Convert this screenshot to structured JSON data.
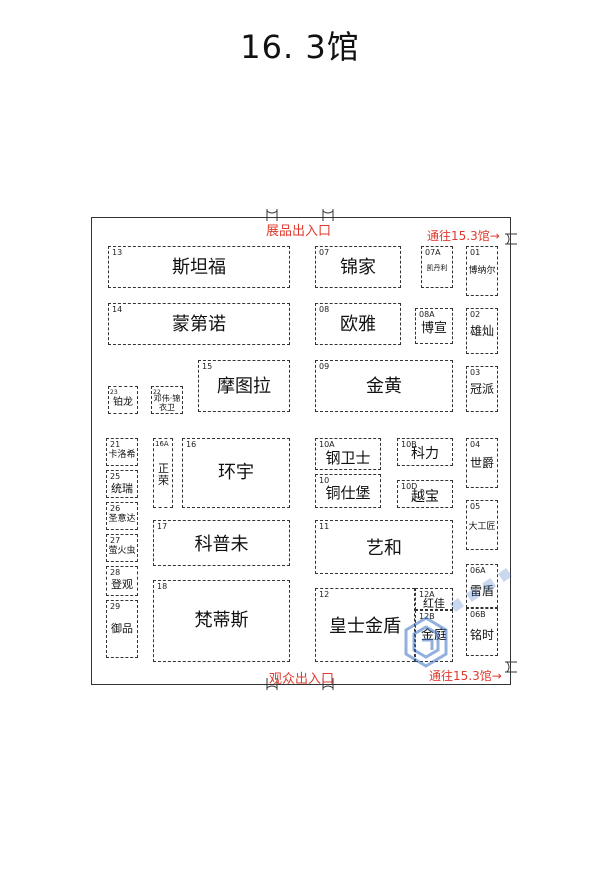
{
  "title": "16. 3馆",
  "labels": {
    "top_entrance": "展品出入口",
    "bottom_entrance": "观众出入口",
    "to_hall_top": "通往15.3馆→",
    "to_hall_bottom": "通往15.3馆→"
  },
  "booths": [
    {
      "id": "13",
      "name": "斯坦福"
    },
    {
      "id": "14",
      "name": "蒙第诺"
    },
    {
      "id": "15",
      "name": "摩图拉"
    },
    {
      "id": "23",
      "name": "铂龙"
    },
    {
      "id": "22",
      "name": "邓伟·锦衣卫"
    },
    {
      "id": "16A",
      "name": "正荣"
    },
    {
      "id": "16",
      "name": "环宇"
    },
    {
      "id": "17",
      "name": "科普未"
    },
    {
      "id": "18",
      "name": "梵蒂斯"
    },
    {
      "id": "21",
      "name": "卡洛希"
    },
    {
      "id": "25",
      "name": "统瑞"
    },
    {
      "id": "26",
      "name": "圣意达"
    },
    {
      "id": "27",
      "name": "萤火虫"
    },
    {
      "id": "28",
      "name": "登观"
    },
    {
      "id": "29",
      "name": "御品"
    },
    {
      "id": "07",
      "name": "锦家"
    },
    {
      "id": "07A",
      "name": "凯丹利"
    },
    {
      "id": "08",
      "name": "欧雅"
    },
    {
      "id": "08A",
      "name": "博宣"
    },
    {
      "id": "09",
      "name": "金黄"
    },
    {
      "id": "10A",
      "name": "钢卫士"
    },
    {
      "id": "10",
      "name": "铜仕堡"
    },
    {
      "id": "10B",
      "name": "科力"
    },
    {
      "id": "10D",
      "name": "越宝"
    },
    {
      "id": "11",
      "name": "艺和"
    },
    {
      "id": "12",
      "name": "皇士金盾"
    },
    {
      "id": "12A",
      "name": "红佳"
    },
    {
      "id": "12B",
      "name": "金庭"
    },
    {
      "id": "01",
      "name": "博纳尔"
    },
    {
      "id": "02",
      "name": "雄灿"
    },
    {
      "id": "03",
      "name": "冠派"
    },
    {
      "id": "04",
      "name": "世爵"
    },
    {
      "id": "05",
      "name": "大工匠"
    },
    {
      "id": "06A",
      "name": "雷盾"
    },
    {
      "id": "06B",
      "name": "铭时"
    }
  ],
  "colors": {
    "accent_red": "#e03a2e",
    "line": "#333333",
    "watermark": "#3a6fc4"
  },
  "icons": {
    "door": "door-icon",
    "watermark": "watermark-logo-icon"
  }
}
